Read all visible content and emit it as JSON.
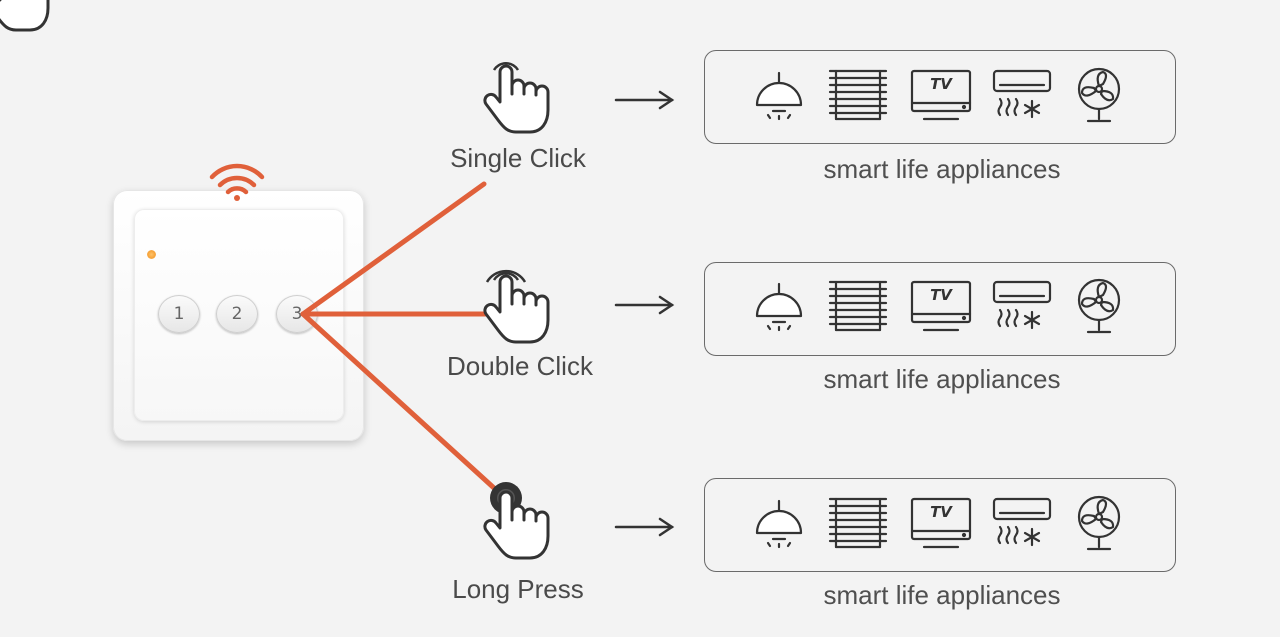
{
  "switch": {
    "keys": [
      "1",
      "2",
      "3"
    ]
  },
  "actions": [
    {
      "label": "Single Click",
      "appliances_caption": "smart life appliances"
    },
    {
      "label": "Double Click",
      "appliances_caption": "smart life appliances"
    },
    {
      "label": "Long Press",
      "appliances_caption": "smart life appliances"
    }
  ],
  "appliance_icons": [
    "pendant-lamp-icon",
    "blinds-icon",
    "tv-icon",
    "air-conditioner-icon",
    "fan-icon"
  ],
  "tv_icon_text": "TV",
  "colors": {
    "connector": "#e0603a",
    "wifi": "#e0603a",
    "outline": "#5a5a5a",
    "led": "#f6a238"
  }
}
